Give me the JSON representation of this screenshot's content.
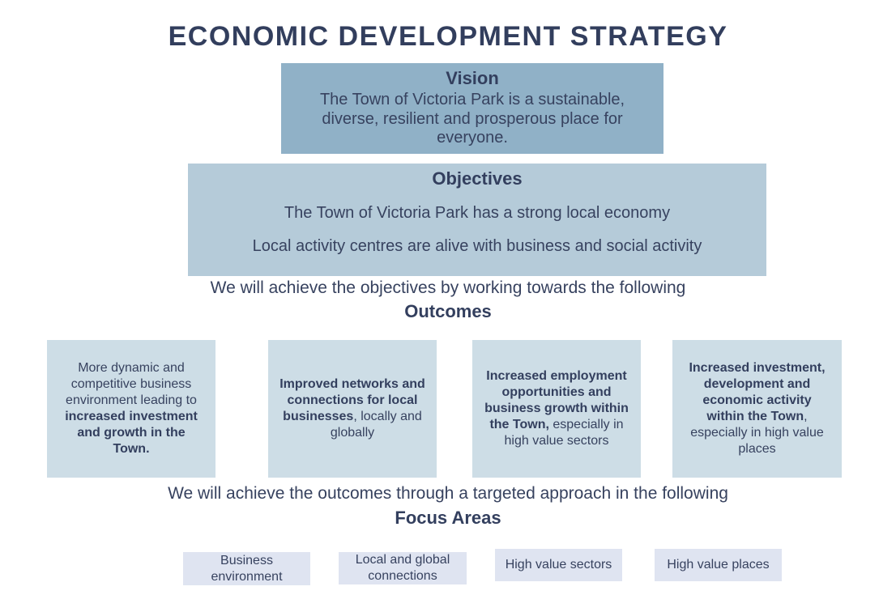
{
  "title": "ECONOMIC DEVELOPMENT STRATEGY",
  "vision": {
    "heading": "Vision",
    "body": "The Town of Victoria Park is a sustainable, diverse, resilient and prosperous place for everyone."
  },
  "objectives": {
    "heading": "Objectives",
    "line1": "The Town of Victoria Park has a strong local economy",
    "line2": "Local activity centres are alive with business and social activity"
  },
  "outcomes": {
    "lead": "We will achieve the objectives by working towards the following",
    "heading": "Outcomes",
    "boxes": [
      {
        "pre": "More dynamic and competitive business environment leading to ",
        "bold": "increased investment and growth in the Town.",
        "post": ""
      },
      {
        "pre": "",
        "bold": "Improved networks and connections for local businesses",
        "post": ", locally and globally"
      },
      {
        "pre": "",
        "bold": "Increased employment opportunities and business growth within the Town,",
        "post": " especially in high value sectors"
      },
      {
        "pre": "",
        "bold": "Increased investment, development and economic activity within the Town",
        "post": ", especially in high value places"
      }
    ]
  },
  "focus": {
    "lead": "We will achieve the outcomes through a targeted approach in the following",
    "heading": "Focus Areas",
    "items": [
      "Business environment",
      "Local and global connections",
      "High value sectors",
      "High value places"
    ]
  },
  "colors": {
    "title_text": "#323e5d",
    "body_text": "#37425f",
    "vision_box_bg": "#90b1c7",
    "objectives_box_bg": "#b5cbd9",
    "outcome_box_bg": "#cddde6",
    "focus_box_bg": "#dfe4f1"
  }
}
